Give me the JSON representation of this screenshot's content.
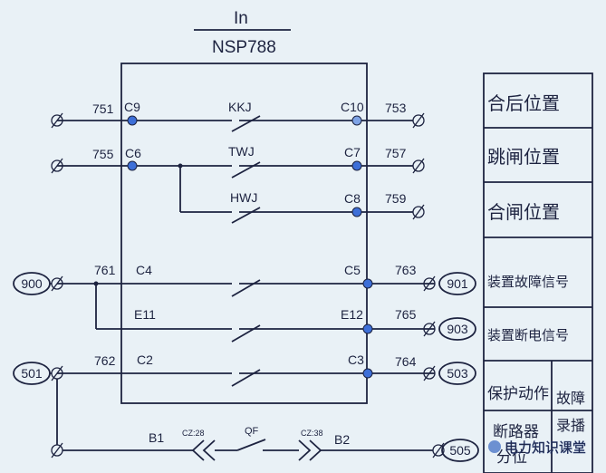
{
  "device": {
    "top_label": "In",
    "model": "NSP788"
  },
  "wires": {
    "n751": "751",
    "n753": "753",
    "n755": "755",
    "n757": "757",
    "n759": "759",
    "n761": "761",
    "n763": "763",
    "n765": "765",
    "n762": "762",
    "n764": "764"
  },
  "pins": {
    "c9": "C9",
    "c10": "C10",
    "c6": "C6",
    "c7": "C7",
    "c8": "C8",
    "c4": "C4",
    "c5": "C5",
    "e11": "E11",
    "e12": "E12",
    "c2": "C2",
    "c3": "C3"
  },
  "contacts": {
    "kkj": "KKJ",
    "twj": "TWJ",
    "hwj": "HWJ",
    "qf": "QF"
  },
  "terminals": {
    "t900": "900",
    "t901": "901",
    "t903": "903",
    "t501": "501",
    "t503": "503",
    "t505": "505"
  },
  "bottom": {
    "b1": "B1",
    "b2": "B2",
    "cz_left": "CZ:28",
    "cz_right": "CZ:38"
  },
  "legend": {
    "row1": "合后位置",
    "row2": "跳闸位置",
    "row3": "合闸位置",
    "row4": "装置故障信号",
    "row5": "装置断电信号",
    "row6_left": "保护动作",
    "row6_right_top": "故障",
    "row6_right_bottom": "录播",
    "row7_top": "断路器",
    "row7_bottom": "分位"
  },
  "watermark": "电力知识课堂",
  "colors": {
    "line": "#1d2340",
    "background": "#e9f1f6",
    "pin_fill": "#3d6fd8"
  }
}
